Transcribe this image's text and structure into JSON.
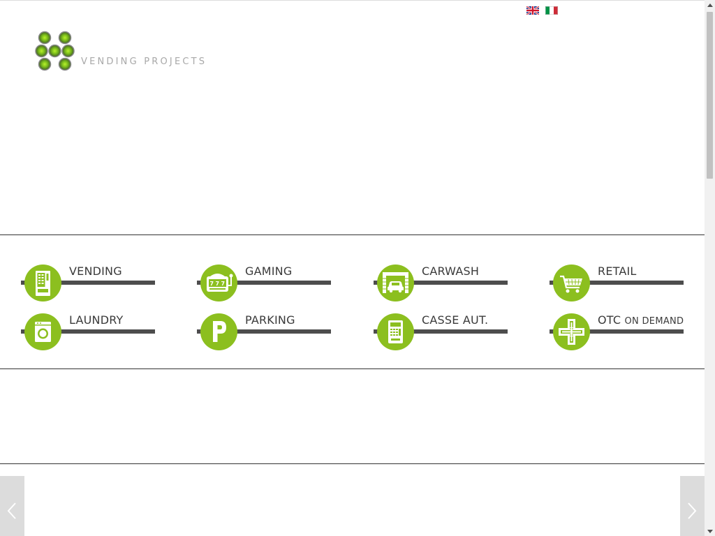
{
  "languages": [
    {
      "code": "en",
      "icon": "uk-flag-icon"
    },
    {
      "code": "it",
      "icon": "italy-flag-icon"
    }
  ],
  "logo": {
    "text": "VENDING PROJECTS"
  },
  "categories": [
    {
      "label": "VENDING",
      "icon": "vending-machine-icon"
    },
    {
      "label": "GAMING",
      "icon": "slot-machine-icon"
    },
    {
      "label": "CARWASH",
      "icon": "carwash-icon"
    },
    {
      "label": "RETAIL",
      "icon": "shopping-cart-icon"
    },
    {
      "label": "LAUNDRY",
      "icon": "washing-machine-icon"
    },
    {
      "label": "PARKING",
      "icon": "parking-icon"
    },
    {
      "label": "CASSE AUT.",
      "icon": "cash-machine-icon"
    },
    {
      "label": "OTC",
      "label_small": "ON DEMAND",
      "icon": "otc-cross-icon"
    }
  ],
  "slider": {
    "prev_icon": "chevron-left-icon",
    "next_icon": "chevron-right-icon"
  },
  "colors": {
    "accent": "#8cbf1f",
    "bar": "#4d4d4d",
    "text": "#3a3a3a",
    "logo_text": "#a8a8a8",
    "slider_nav": "#dcdcdc"
  }
}
